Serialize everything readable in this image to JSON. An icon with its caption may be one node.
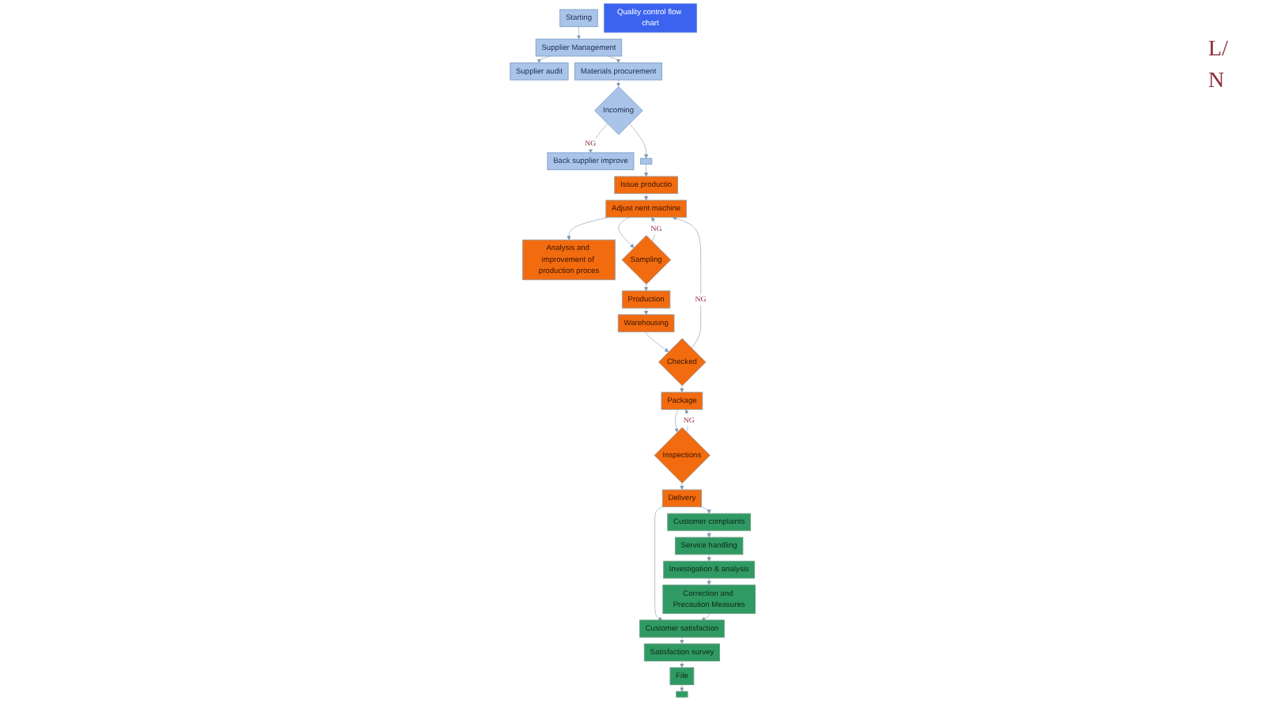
{
  "diagram": {
    "nodes": [
      {
        "text": [
          "Starting"
        ]
      },
      {
        "text": [
          "Supplier Management"
        ]
      },
      {
        "text": [
          "Supplier audit"
        ]
      },
      {
        "text": [
          "Materials procurement"
        ]
      },
      {
        "text": [
          "Back supplier improve"
        ]
      },
      {
        "text": [
          "Incoming"
        ]
      },
      {
        "text": [],
        "shape": "box"
      },
      {
        "text": [
          "Issue productio"
        ]
      },
      {
        "text": [
          "Analysis and improvement of production proces"
        ]
      },
      {
        "text": [
          "Adjust nent machine"
        ]
      },
      {
        "text": [
          "Sampling"
        ]
      },
      {
        "text": [
          "Quality control flow chart"
        ]
      },
      {
        "text": [
          "Investigation & analysis"
        ]
      },
      {
        "text": [
          "Correction and Precaution Measures"
        ]
      },
      {
        "text": [
          "Customer satisfaction"
        ]
      },
      {
        "text": [
          "Satisfaction survey"
        ]
      },
      {
        "text": [
          "File"
        ]
      },
      {
        "text": [],
        "shape": "box"
      },
      {
        "text": [
          "Service handling"
        ]
      },
      {
        "text": [
          "Customer complaints"
        ]
      },
      {
        "text": [
          "Delivery"
        ]
      },
      {
        "text": [
          "Inspections"
        ]
      },
      {
        "text": [
          "Package"
        ]
      },
      {
        "text": [
          "Checked"
        ]
      },
      {
        "text": [
          "Warehousing"
        ]
      },
      {
        "text": [
          "Production"
        ]
      }
    ],
    "edges": [
      {
        "from": 0,
        "to": 1,
        "arrow": "to"
      },
      {
        "from": 1,
        "to": 2,
        "arrow": "to"
      },
      {
        "from": 1,
        "to": 3,
        "arrow": "to"
      },
      {
        "from": 3,
        "to": 5,
        "arrow": "to"
      },
      {
        "from": 5,
        "to": 4,
        "arrow": "to",
        "label": "NG"
      },
      {
        "from": 5,
        "to": 6,
        "arrow": "to"
      },
      {
        "from": 6,
        "to": 7,
        "arrow": "to"
      },
      {
        "from": 7,
        "to": 9,
        "arrow": "to"
      },
      {
        "from": 9,
        "to": 10,
        "arrow": "to"
      },
      {
        "from": 10,
        "to": 9,
        "arrow": "to",
        "label": "NG"
      },
      {
        "from": 9,
        "to": 8,
        "arrow": "to"
      },
      {
        "from": 10,
        "to": 25,
        "arrow": "to"
      },
      {
        "from": 25,
        "to": 24,
        "arrow": "to"
      },
      {
        "from": 24,
        "to": 23,
        "arrow": "to"
      },
      {
        "from": 23,
        "to": 22,
        "arrow": "to"
      },
      {
        "from": 23,
        "to": 9,
        "arrow": "to",
        "label": "NG"
      },
      {
        "from": 22,
        "to": 21,
        "arrow": "to"
      },
      {
        "from": 21,
        "to": 22,
        "arrow": "to",
        "label": "NG"
      },
      {
        "from": 21,
        "to": 20,
        "arrow": "to"
      },
      {
        "from": 20,
        "to": 19,
        "arrow": "to"
      },
      {
        "from": 19,
        "to": 18,
        "arrow": "to"
      },
      {
        "from": 20,
        "to": 14,
        "arrow": "to"
      },
      {
        "from": 18,
        "to": 12,
        "arrow": "to"
      },
      {
        "from": 12,
        "to": 13,
        "arrow": "to"
      },
      {
        "from": 13,
        "to": 14,
        "arrow": "to"
      },
      {
        "from": 14,
        "to": 15,
        "arrow": "to"
      },
      {
        "from": 15,
        "to": 16,
        "arrow": "to"
      },
      {
        "from": 16,
        "to": 17,
        "arrow": "to"
      }
    ],
    "labels": [
      "L/",
      "N"
    ]
  }
}
